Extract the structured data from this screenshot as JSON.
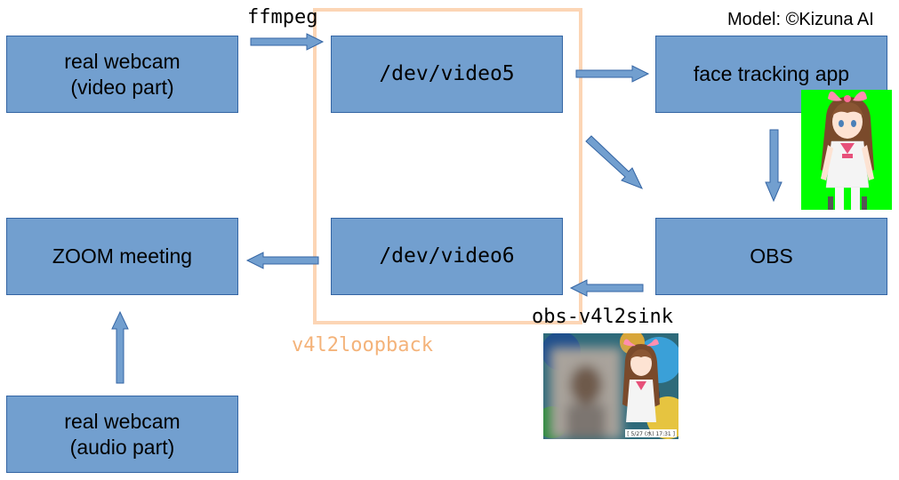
{
  "credit": "Model: ©Kizuna AI",
  "labels": {
    "ffmpeg": "ffmpeg",
    "sink": "obs-v4l2sink",
    "loopback": "v4l2loopback"
  },
  "boxes": {
    "webcam_video": "real webcam\n(video part)",
    "video5": "/dev/video5",
    "face_tracking": "face tracking app",
    "zoom": "ZOOM meeting",
    "video6": "/dev/video6",
    "obs": "OBS",
    "webcam_audio": "real webcam\n(audio part)"
  },
  "thumbnail": {
    "timestamp": "[ 5/27 (水) 17:31 ]"
  },
  "colors": {
    "box_fill": "#729fcf",
    "box_border": "#3465a4",
    "loopback_frame": "#fcd5b5",
    "loopback_text": "#f4b37a",
    "green_screen": "#00ff00"
  }
}
